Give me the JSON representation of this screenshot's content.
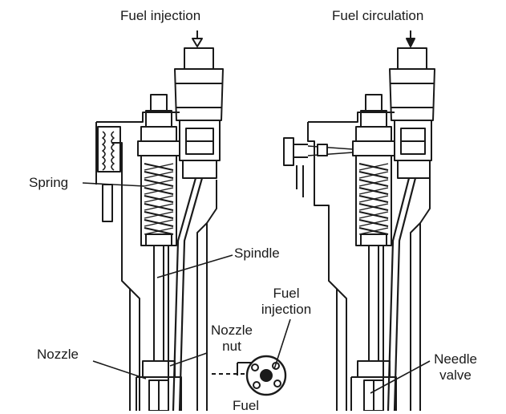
{
  "labels": {
    "fuel_injection_top": "Fuel injection",
    "fuel_circulation_top": "Fuel circulation",
    "spring": "Spring",
    "spindle": "Spindle",
    "fuel_injection_mid_line1": "Fuel",
    "fuel_injection_mid_line2": "injection",
    "nozzle_nut_line1": "Nozzle",
    "nozzle_nut_line2": "nut",
    "nozzle": "Nozzle",
    "needle_valve_line1": "Needle",
    "needle_valve_line2": "valve",
    "fuel_bottom": "Fuel"
  },
  "colors": {
    "ink": "#1a1a1a",
    "paper": "#ffffff"
  }
}
